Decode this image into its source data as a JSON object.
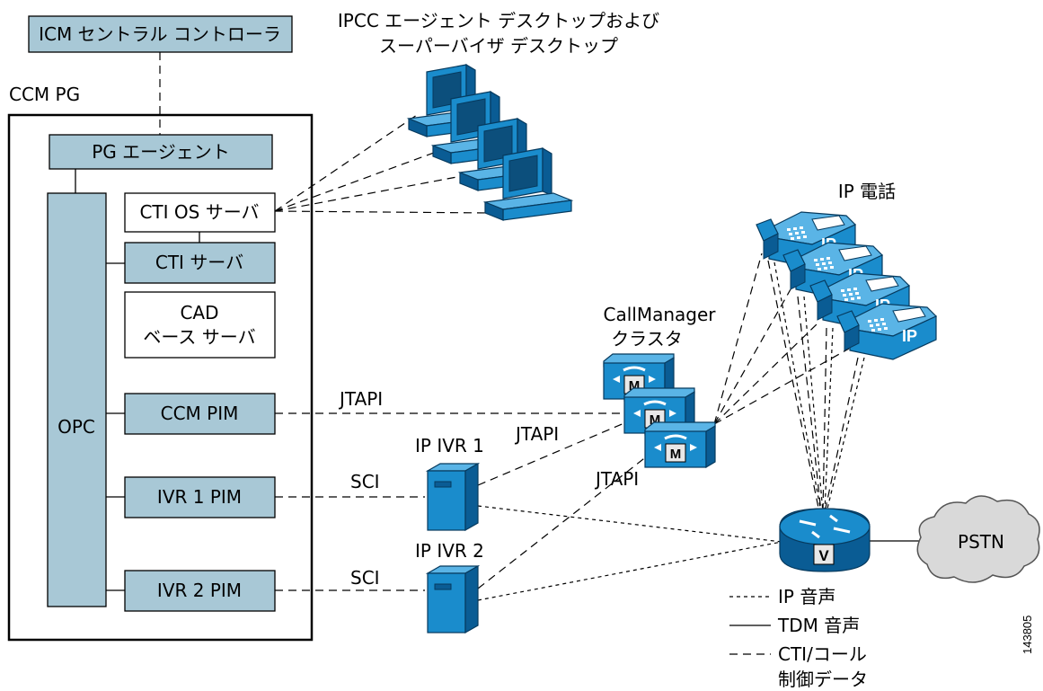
{
  "controller": {
    "label": "ICM セントラル コントローラ"
  },
  "desktops": {
    "line1": "IPCC エージェント デスクトップおよび",
    "line2": "スーパーバイザ デスクトップ"
  },
  "pg": {
    "title": "CCM PG",
    "agent": "PG エージェント",
    "opc": "OPC",
    "cti_os": "CTI OS サーバ",
    "cti_server": "CTI サーバ",
    "cad_line1": "CAD",
    "cad_line2": "ベース サーバ",
    "ccm_pim": "CCM PIM",
    "ivr1_pim": "IVR 1 PIM",
    "ivr2_pim": "IVR 2 PIM"
  },
  "ip_phones": {
    "label": "IP 電話",
    "badge": "IP"
  },
  "callmanager": {
    "line1": "CallManager",
    "line2": "クラスタ",
    "badge": "M"
  },
  "ivr": {
    "ivr1": "IP IVR 1",
    "ivr2": "IP IVR 2"
  },
  "links": {
    "jtapi": "JTAPI",
    "sci": "SCI"
  },
  "gateway": {
    "badge": "V"
  },
  "pstn": {
    "label": "PSTN"
  },
  "legend": {
    "ip_voice": "IP 音声",
    "tdm_voice": "TDM 音声",
    "cti_line1": "CTI/コール",
    "cti_line2": "制御データ"
  },
  "figure_id": "143805",
  "colors": {
    "box_fill": "#a8c8d6",
    "device_blue": "#1a8ccc",
    "device_dark": "#0a5c94"
  }
}
